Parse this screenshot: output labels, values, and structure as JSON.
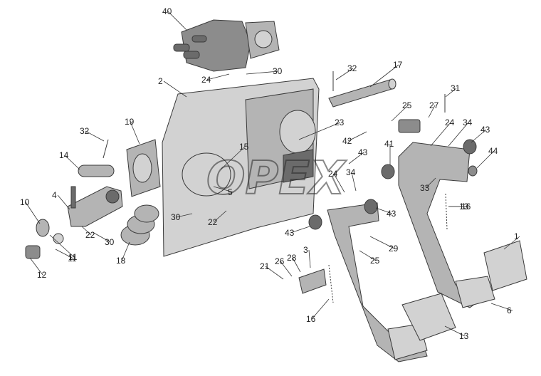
{
  "diagram": {
    "watermark": "OPEX",
    "callouts": [
      "40",
      "24",
      "30",
      "2",
      "32",
      "17",
      "25",
      "27",
      "31",
      "19",
      "32",
      "23",
      "42",
      "24",
      "34",
      "43",
      "14",
      "15",
      "43",
      "41",
      "44",
      "4",
      "10",
      "5",
      "24",
      "34",
      "33",
      "16",
      "30",
      "22",
      "43",
      "43",
      "29",
      "30",
      "22",
      "11",
      "11",
      "12",
      "18",
      "21",
      "26",
      "28",
      "3",
      "25",
      "16",
      "13",
      "6",
      "13",
      "1"
    ]
  }
}
